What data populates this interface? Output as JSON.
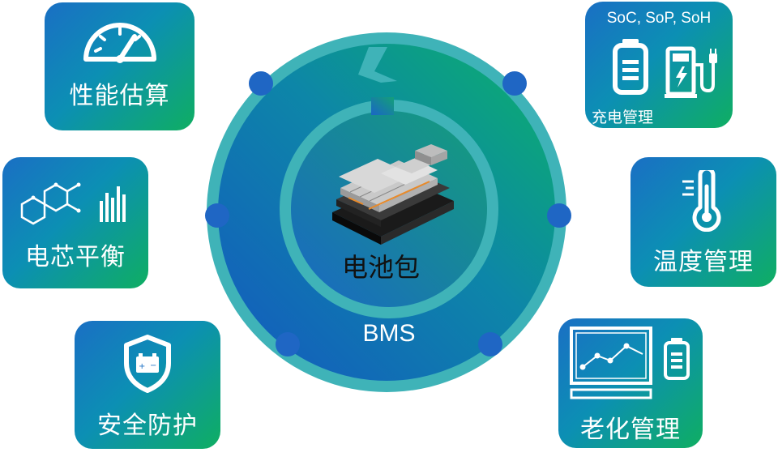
{
  "center": {
    "title": "电池包",
    "ring_label": "BMS"
  },
  "modules": {
    "performance": {
      "label": "性能估算",
      "icon": "speedometer-icon"
    },
    "cell_balance": {
      "label": "电芯平衡",
      "icon": "hexagon-molecule-icon"
    },
    "safety": {
      "label": "安全防护",
      "icon": "shield-battery-icon"
    },
    "charging": {
      "label": "充电管理",
      "subtitle": "SoC, SoP, SoH",
      "icon": "battery-charger-icon"
    },
    "temperature": {
      "label": "温度管理",
      "icon": "thermometer-icon"
    },
    "aging": {
      "label": "老化管理",
      "icon": "monitor-chart-battery-icon"
    }
  },
  "colors": {
    "ring": "#3fb3b8",
    "disc_blue": "#1463c2",
    "disc_green": "#0bb268",
    "connector": "#1f66c4",
    "box_blue": "#1a6fc4",
    "box_green": "#0fae62"
  }
}
